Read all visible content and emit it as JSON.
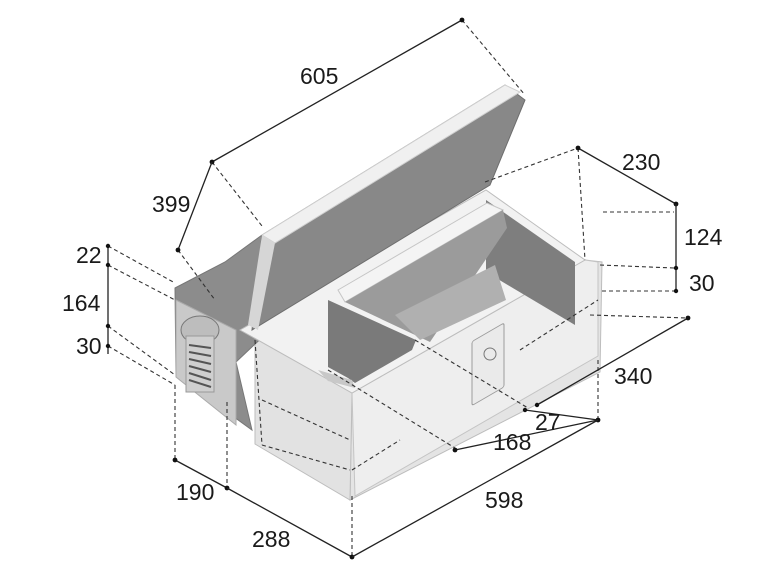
{
  "dimensions": {
    "lid_length": "605",
    "lid_depth": "399",
    "side_top": "22",
    "side_middle": "164",
    "side_bottom": "30",
    "bin_width": "230",
    "bin_height": "124",
    "bin_base": "30",
    "bin_length": "340",
    "gap": "27",
    "inner_length": "168",
    "compressor_depth": "190",
    "total_depth": "288",
    "total_length": "598"
  },
  "colors": {
    "body_front": "#ededed",
    "body_side": "#dcdcdc",
    "lid_top": "#8a8a8a",
    "lid_edge": "#ececec",
    "inner_wall": "#7d7d7d",
    "compressor": "#8c8c8c"
  },
  "icons": [
    "control-panel-icon",
    "compressor-grille-icon"
  ]
}
